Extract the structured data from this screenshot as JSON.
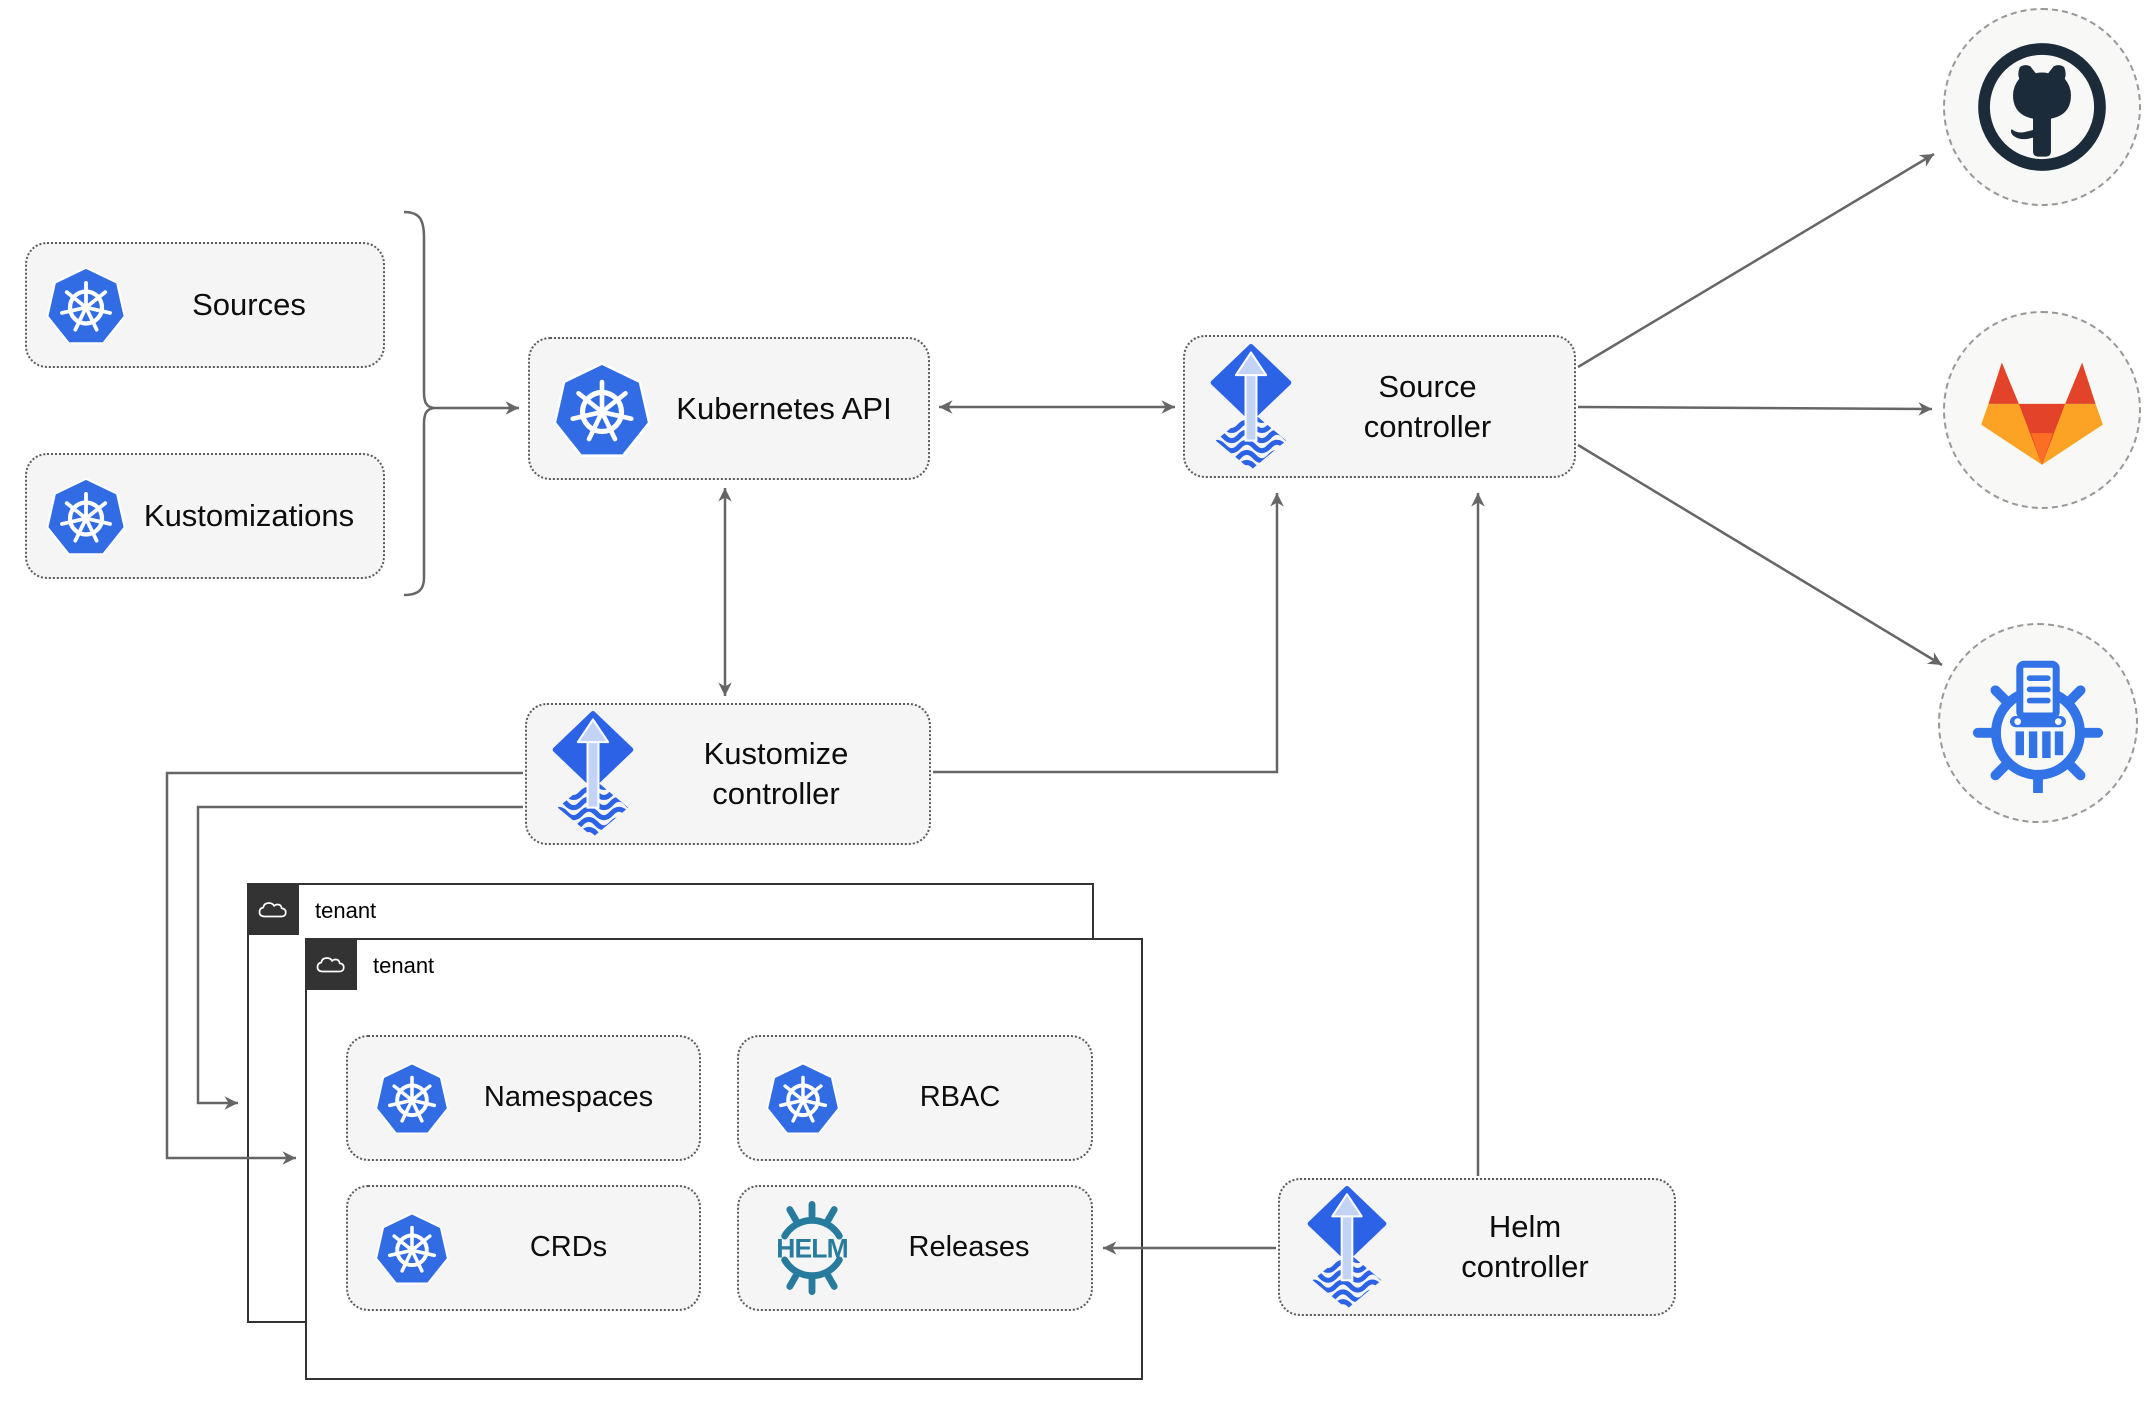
{
  "diagram": {
    "nodes": {
      "sources": {
        "label": "Sources",
        "icon": "kubernetes"
      },
      "kustomizations": {
        "label": "Kustomizations",
        "icon": "kubernetes"
      },
      "kubernetes_api": {
        "label": "Kubernetes API",
        "icon": "kubernetes"
      },
      "source_controller": {
        "label": "Source\ncontroller",
        "icon": "flux"
      },
      "kustomize_controller": {
        "label": "Kustomize\ncontroller",
        "icon": "flux"
      },
      "helm_controller": {
        "label": "Helm\ncontroller",
        "icon": "flux"
      },
      "namespaces": {
        "label": "Namespaces",
        "icon": "kubernetes"
      },
      "rbac": {
        "label": "RBAC",
        "icon": "kubernetes"
      },
      "crds": {
        "label": "CRDs",
        "icon": "kubernetes"
      },
      "releases": {
        "label": "Releases",
        "icon": "helm"
      }
    },
    "tenants": [
      {
        "label": "tenant",
        "icon": "cloud"
      },
      {
        "label": "tenant",
        "icon": "cloud"
      }
    ],
    "helm_logo_text": "HELM",
    "external_systems": [
      "github",
      "gitlab",
      "helm-repository"
    ],
    "colors": {
      "kubernetes_blue": "#326ce5",
      "flux_blue": "#2c63e6",
      "flux_arrow_light": "#c3d3f5",
      "helm_teal": "#277c9e",
      "github_dark": "#1b2b3a",
      "gitlab_red": "#e24329",
      "gitlab_orange": "#fc6d26",
      "gitlab_amber": "#fca326",
      "chartmuseum_blue": "#3273e8",
      "line_gray": "#666666",
      "node_fill": "#f5f5f5",
      "node_border": "#5c5c5c",
      "tenant_dark": "#333333",
      "circle_fill": "#f8f8f6",
      "circle_border": "#999999"
    }
  }
}
